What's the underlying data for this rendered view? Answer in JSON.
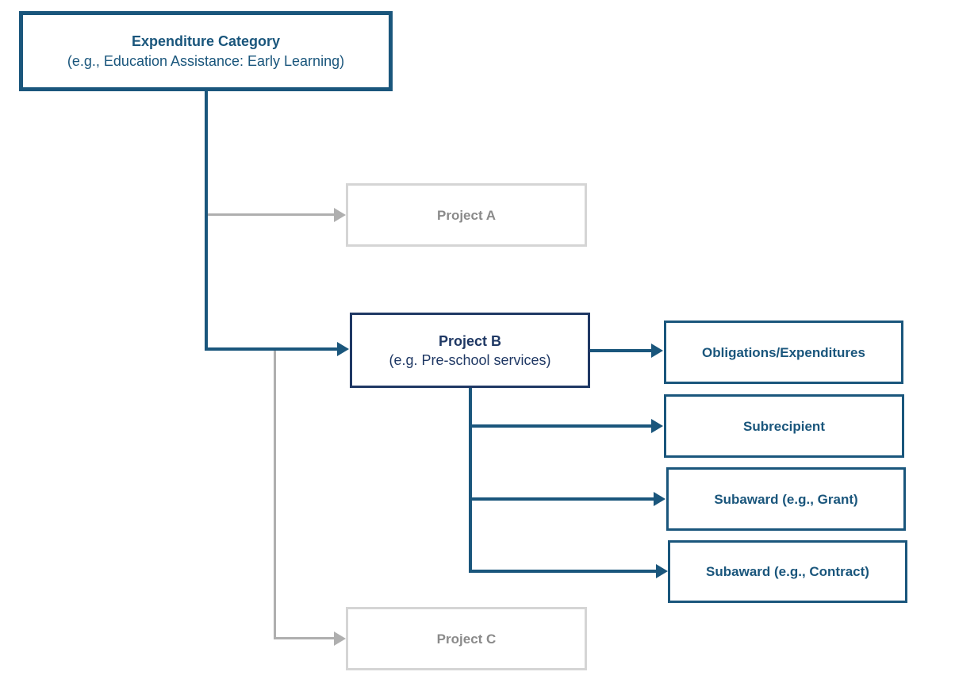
{
  "colors": {
    "teal": "#1A567C",
    "navy": "#1F3864",
    "gray_line": "#AFAFAF",
    "gray_border": "#D5D5D5",
    "gray_text": "#8A8A8A",
    "background": "#FFFFFF"
  },
  "diagram": {
    "type": "flowchart",
    "nodes": {
      "expenditure_category": {
        "title": "Expenditure Category",
        "subtitle": "(e.g., Education Assistance: Early Learning)"
      },
      "project_a": {
        "title": "Project A"
      },
      "project_b": {
        "title": "Project B",
        "subtitle": "(e.g. Pre-school services)"
      },
      "project_c": {
        "title": "Project C"
      },
      "obligations_expenditures": {
        "title": "Obligations/Expenditures"
      },
      "subrecipient": {
        "title": "Subrecipient"
      },
      "subaward_grant": {
        "title": "Subaward (e.g., Grant)"
      },
      "subaward_contract": {
        "title": "Subaward (e.g., Contract)"
      }
    },
    "edges": [
      {
        "from": "expenditure_category",
        "to": "project_a",
        "style": "gray"
      },
      {
        "from": "expenditure_category",
        "to": "project_b",
        "style": "teal"
      },
      {
        "from": "expenditure_category",
        "to": "project_c",
        "style": "gray"
      },
      {
        "from": "project_b",
        "to": "obligations_expenditures",
        "style": "teal"
      },
      {
        "from": "project_b",
        "to": "subrecipient",
        "style": "teal"
      },
      {
        "from": "project_b",
        "to": "subaward_grant",
        "style": "teal"
      },
      {
        "from": "project_b",
        "to": "subaward_contract",
        "style": "teal"
      }
    ]
  }
}
